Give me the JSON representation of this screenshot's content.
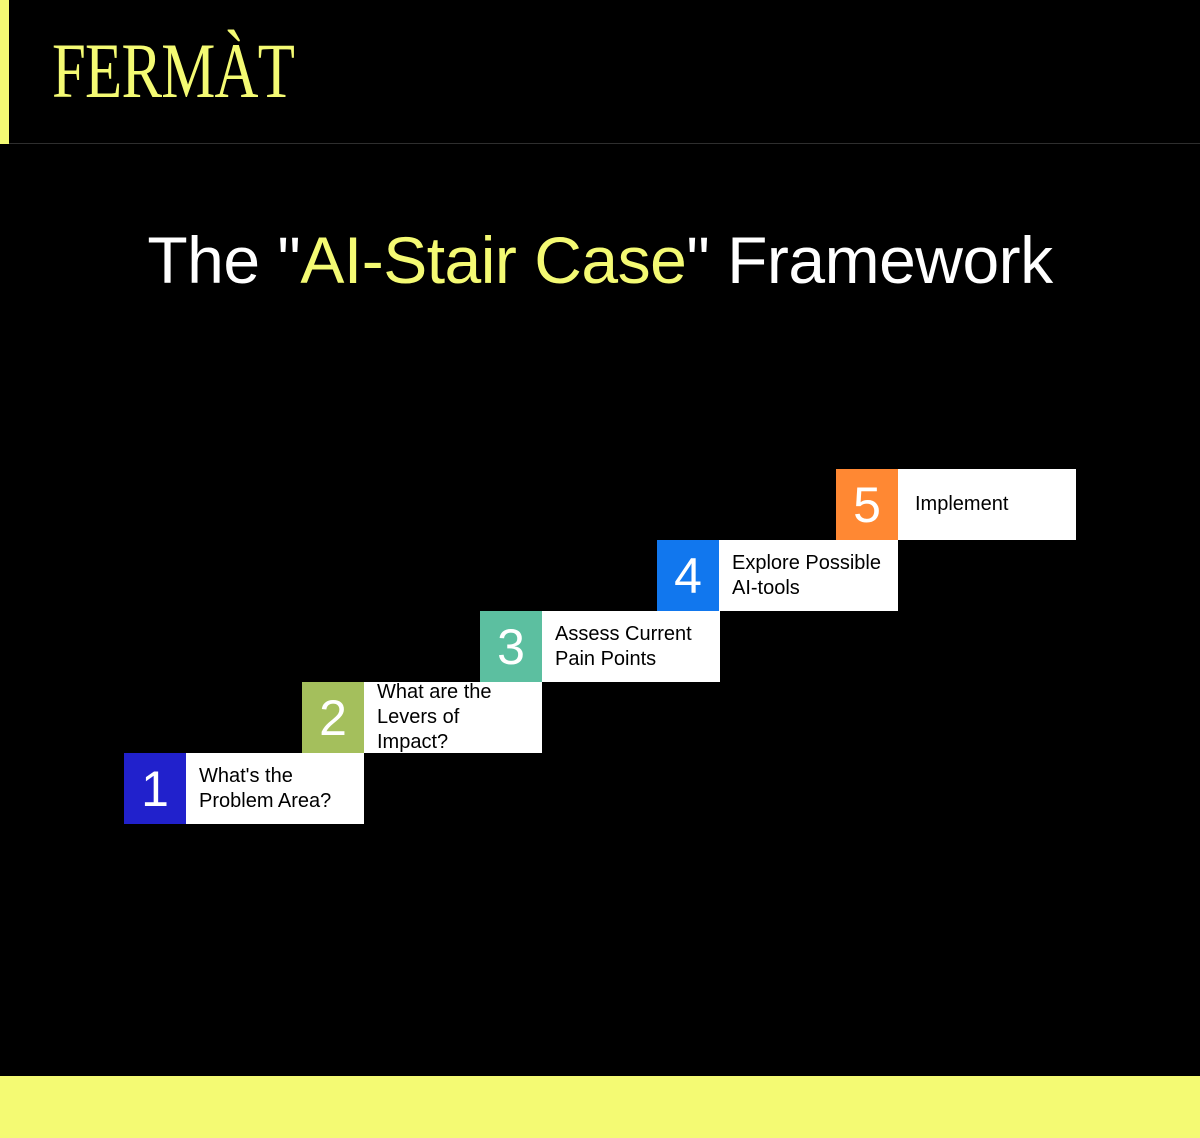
{
  "brand": {
    "logo_text": "FERMÀT",
    "accent_color": "#F4FA73"
  },
  "title": {
    "prefix": "The \"",
    "highlight": "AI-Stair Case",
    "suffix": "\" Framework",
    "text_color": "#FFFFFF",
    "highlight_color": "#F4FA73"
  },
  "steps": [
    {
      "number": "1",
      "label": "What's the\nProblem Area?",
      "color": "#2121CC"
    },
    {
      "number": "2",
      "label": "What are the\nLevers of Impact?",
      "color": "#A4BF5C"
    },
    {
      "number": "3",
      "label": "Assess Current\nPain Points",
      "color": "#5CBFA0"
    },
    {
      "number": "4",
      "label": "Explore Possible\nAI-tools",
      "color": "#1177EE"
    },
    {
      "number": "5",
      "label": "Implement",
      "color": "#FF8833"
    }
  ],
  "footer": {
    "color": "#F4FA73"
  }
}
